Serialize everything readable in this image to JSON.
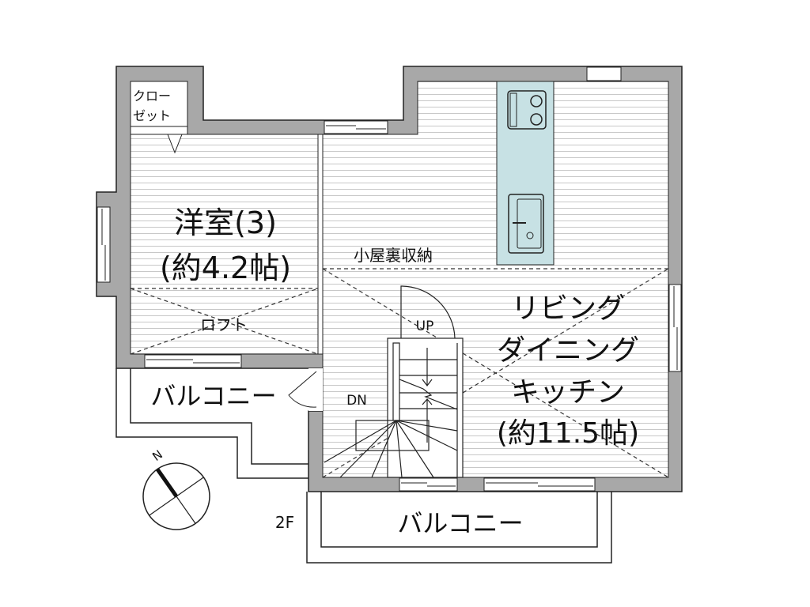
{
  "floor_label": "2F",
  "compass": {
    "north_label": "N"
  },
  "rooms": {
    "closet": {
      "line1": "クロー",
      "line2": "ゼット"
    },
    "western_room": {
      "name": "洋室(3)",
      "size": "(約4.2帖)",
      "loft": "ロフト"
    },
    "attic_storage": {
      "name": "小屋裏収納"
    },
    "ldk": {
      "line1": "リビング",
      "line2": "ダイニング",
      "line3": "キッチン",
      "size": "(約11.5帖)"
    },
    "stairs": {
      "up": "UP",
      "down": "DN"
    },
    "balcony_left": {
      "name": "バルコニー"
    },
    "balcony_bottom": {
      "name": "バルコニー"
    }
  },
  "colors": {
    "wall": "#a8a8a8",
    "counter": "#c7e1e4",
    "floor_line": "#c8c8c8"
  }
}
